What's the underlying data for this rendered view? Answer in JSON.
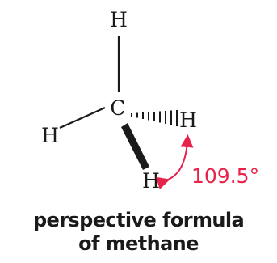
{
  "diagram": {
    "atoms": {
      "carbon": "C",
      "hydrogen_top": "H",
      "hydrogen_left": "H",
      "hydrogen_back": "H",
      "hydrogen_front": "H"
    },
    "angle_label": "109.5°",
    "caption_line_1": "perspective formula",
    "caption_line_2": "of methane"
  },
  "colors": {
    "bond": "#1a1a1a",
    "angle_arrow": "#e8234a",
    "text": "#1a1a1a"
  }
}
